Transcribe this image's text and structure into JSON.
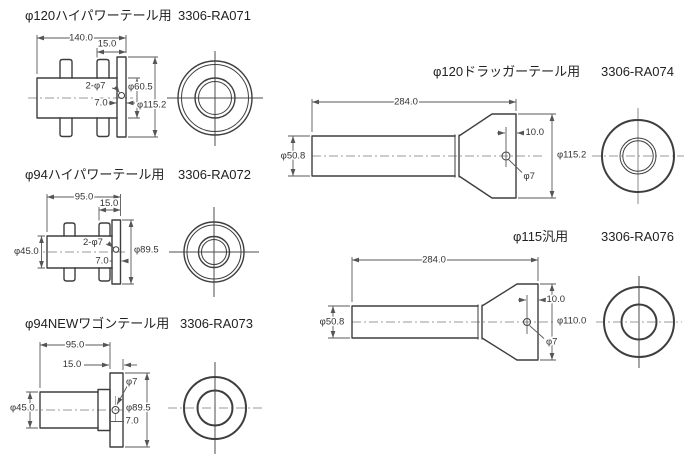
{
  "colors": {
    "background": "#ffffff",
    "object_line": "#3e3e3e",
    "dimension_line": "#5a5a5a",
    "centerline": "#9a9a9a",
    "text": "#333333"
  },
  "drawings": [
    {
      "title": "φ120ハイパワーテール用",
      "part_no": "3306-RA071",
      "dims": {
        "length": "140.0",
        "flange_width": "15.0",
        "holes": "2-φ7",
        "pipe_dia": "φ60.5",
        "thickness": "7.0",
        "flange_dia": "φ115.2"
      }
    },
    {
      "title": "φ94ハイパワーテール用",
      "part_no": "3306-RA072",
      "dims": {
        "length": "95.0",
        "flange_width": "15.0",
        "pipe_dia": "φ45.0",
        "holes": "2-φ7",
        "thickness": "7.0",
        "flange_dia": "φ89.5"
      }
    },
    {
      "title": "φ94NEWワゴンテール用",
      "part_no": "3306-RA073",
      "dims": {
        "length": "95.0",
        "flange_width": "15.0",
        "pipe_dia": "φ45.0",
        "hole": "φ7",
        "flange_dia": "φ89.5",
        "thickness": "7.0"
      }
    },
    {
      "title": "φ120ドラッガーテール用",
      "part_no": "3306-RA074",
      "dims": {
        "length": "284.0",
        "pipe_dia": "φ50.8",
        "tip_width": "10.0",
        "flange_dia": "φ115.2",
        "hole": "φ7"
      }
    },
    {
      "title": "φ115汎用",
      "part_no": "3306-RA076",
      "dims": {
        "length": "284.0",
        "pipe_dia": "φ50.8",
        "tip_width": "10.0",
        "flange_dia": "φ110.0",
        "hole": "φ7"
      }
    }
  ]
}
